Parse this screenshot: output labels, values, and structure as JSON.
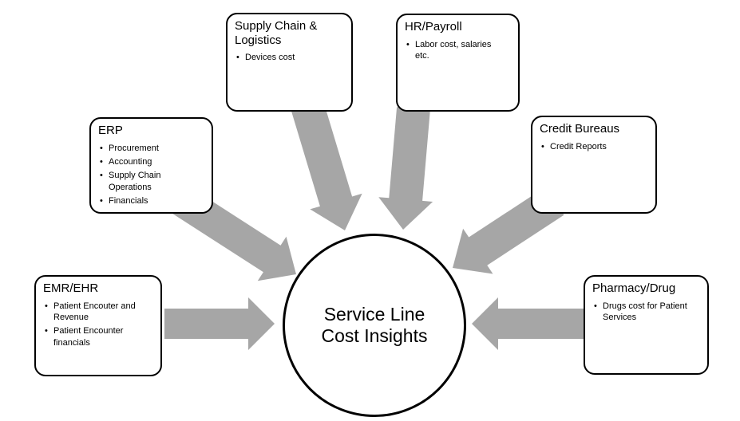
{
  "diagram": {
    "center": {
      "label": "Service Line Cost Insights"
    },
    "colors": {
      "arrow": "#a6a6a6",
      "node_border": "#000000",
      "background": "#ffffff"
    },
    "nodes": [
      {
        "id": "supply-chain-logistics",
        "title": "Supply Chain & Logistics",
        "bullets": [
          "Devices cost"
        ]
      },
      {
        "id": "hr-payroll",
        "title": "HR/Payroll",
        "bullets": [
          "Labor cost, salaries etc."
        ]
      },
      {
        "id": "erp",
        "title": "ERP",
        "bullets": [
          "Procurement",
          "Accounting",
          "Supply Chain Operations",
          "Financials"
        ]
      },
      {
        "id": "credit-bureaus",
        "title": "Credit Bureaus",
        "bullets": [
          "Credit Reports"
        ]
      },
      {
        "id": "emr-ehr",
        "title": "EMR/EHR",
        "bullets": [
          "Patient Encouter and Revenue",
          "Patient Encounter financials"
        ]
      },
      {
        "id": "pharmacy-drug",
        "title": "Pharmacy/Drug",
        "bullets": [
          "Drugs cost for Patient Services"
        ]
      }
    ]
  }
}
